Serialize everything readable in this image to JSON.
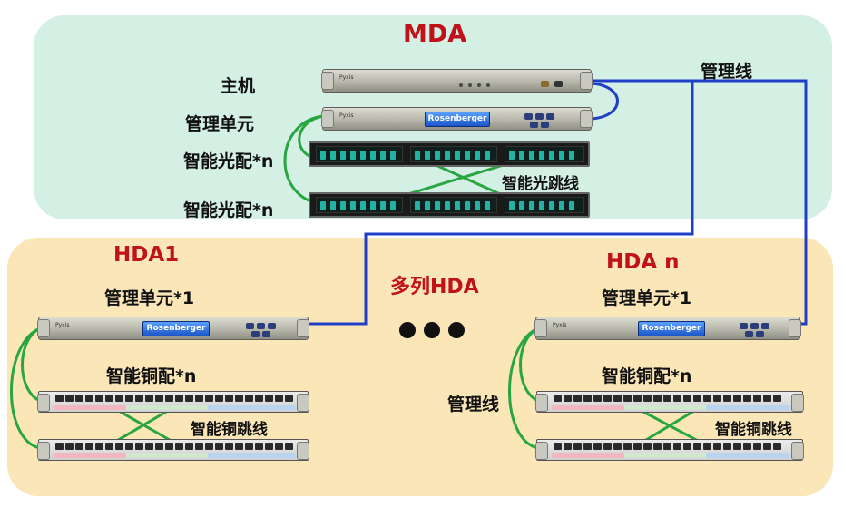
{
  "zones": {
    "mda": {
      "title": "MDA"
    },
    "hda1": {
      "title": "HDA1"
    },
    "hdan": {
      "title": "HDA n"
    },
    "middle": {
      "label": "多列HDA"
    }
  },
  "mda": {
    "host_label": "主机",
    "mgmt_unit_label": "管理单元",
    "fiber_label_1": "智能光配*n",
    "fiber_label_2": "智能光配*n",
    "fiber_jumper_label": "智能光跳线"
  },
  "mgmt_cable_label_top": "管理线",
  "hda1": {
    "mgmt_unit_label": "管理单元*1",
    "copper_label": "智能铜配*n",
    "copper_jumper_label": "智能铜跳线"
  },
  "hdan": {
    "mgmt_unit_label": "管理单元*1",
    "copper_label": "智能铜配*n",
    "copper_jumper_label": "智能铜跳线",
    "mgmt_cable_label": "管理线"
  },
  "device_text": {
    "brand": "Pyxis",
    "screen": "Rosenberger"
  },
  "colors": {
    "mda_background": "#d4efe4",
    "hda_background": "#fbe6b8",
    "title_red": "#c0121a",
    "management_cable": "#1f3fc7",
    "jumper_green": "#27a641",
    "fiber_port": "#22b3a5"
  }
}
